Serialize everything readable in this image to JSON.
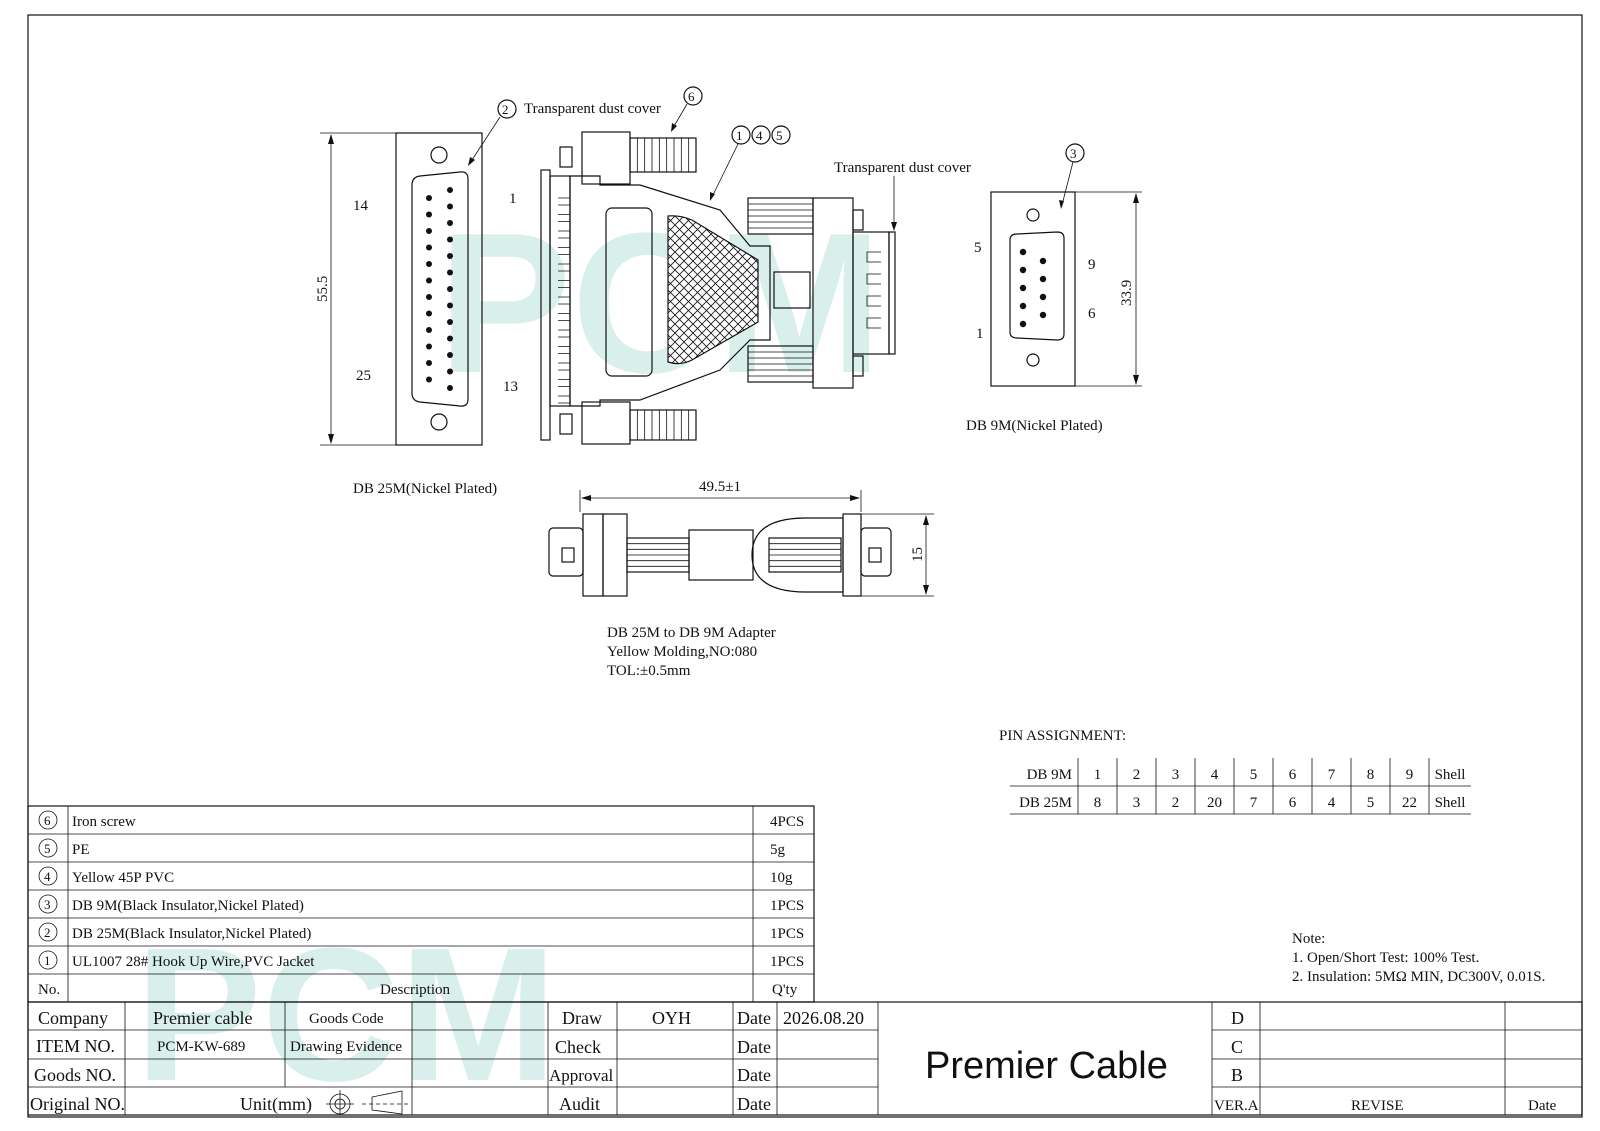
{
  "labels": {
    "transparent_dust_cover_1": "Transparent dust cover",
    "transparent_dust_cover_2": "Transparent dust cover",
    "callout_2": "2",
    "callout_6": "6",
    "callout_1": "1",
    "callout_4": "4",
    "callout_5": "5",
    "callout_3": "3",
    "db25_pin_14": "14",
    "db25_pin_25": "25",
    "db25_pin_1": "1",
    "db25_pin_13": "13",
    "db25_height": "55.5",
    "db25_caption": "DB 25M(Nickel Plated)",
    "db9_pin_5": "5",
    "db9_pin_1": "1",
    "db9_pin_9": "9",
    "db9_pin_6": "6",
    "db9_height": "33.9",
    "db9_caption": "DB 9M(Nickel Plated)",
    "adapter_length": "49.5±1",
    "adapter_depth": "15",
    "adapter_caption_1": "DB 25M to DB 9M Adapter",
    "adapter_caption_2": "Yellow Molding,NO:080",
    "adapter_caption_3": "TOL:±0.5mm",
    "watermark": "PCM"
  },
  "pin_assignment": {
    "title": "PIN ASSIGNMENT:",
    "rows": [
      {
        "name": "DB 9M",
        "values": [
          "1",
          "2",
          "3",
          "4",
          "5",
          "6",
          "7",
          "8",
          "9",
          "Shell"
        ]
      },
      {
        "name": "DB 25M",
        "values": [
          "8",
          "3",
          "2",
          "20",
          "7",
          "6",
          "4",
          "5",
          "22",
          "Shell"
        ]
      }
    ]
  },
  "bom": {
    "items": [
      {
        "no": "6",
        "description": "Iron screw",
        "qty": "4PCS"
      },
      {
        "no": "5",
        "description": "PE",
        "qty": "5g"
      },
      {
        "no": "4",
        "description": "Yellow 45P PVC",
        "qty": "10g"
      },
      {
        "no": "3",
        "description": "DB 9M(Black Insulator,Nickel Plated)",
        "qty": "1PCS"
      },
      {
        "no": "2",
        "description": "DB 25M(Black Insulator,Nickel Plated)",
        "qty": "1PCS"
      },
      {
        "no": "1",
        "description": "UL1007 28# Hook Up Wire,PVC Jacket",
        "qty": "1PCS"
      }
    ],
    "header": {
      "no": "No.",
      "description": "Description",
      "qty": "Q'ty"
    }
  },
  "notes": {
    "title": "Note:",
    "line1": "1. Open/Short Test: 100% Test.",
    "line2": "2. Insulation: 5MΩ MIN, DC300V, 0.01S."
  },
  "title_block": {
    "company_label": "Company",
    "company_value": "Premier cable",
    "goods_code_label": "Goods Code",
    "item_no_label": "ITEM NO.",
    "item_no_value": "PCM-KW-689",
    "drawing_evidence_label": "Drawing Evidence",
    "goods_no_label": "Goods NO.",
    "original_no_label": "Original NO.",
    "unit_label": "Unit(mm)",
    "draw_label": "Draw",
    "draw_value": "OYH",
    "check_label": "Check",
    "approval_label": "Approval",
    "audit_label": "Audit",
    "date_label": "Date",
    "draw_date": "2026.08.20",
    "brand": "Premier Cable",
    "rev_d": "D",
    "rev_c": "C",
    "rev_b": "B",
    "ver_label": "VER.A",
    "revise_label": "REVISE",
    "rev_date_label": "Date"
  }
}
